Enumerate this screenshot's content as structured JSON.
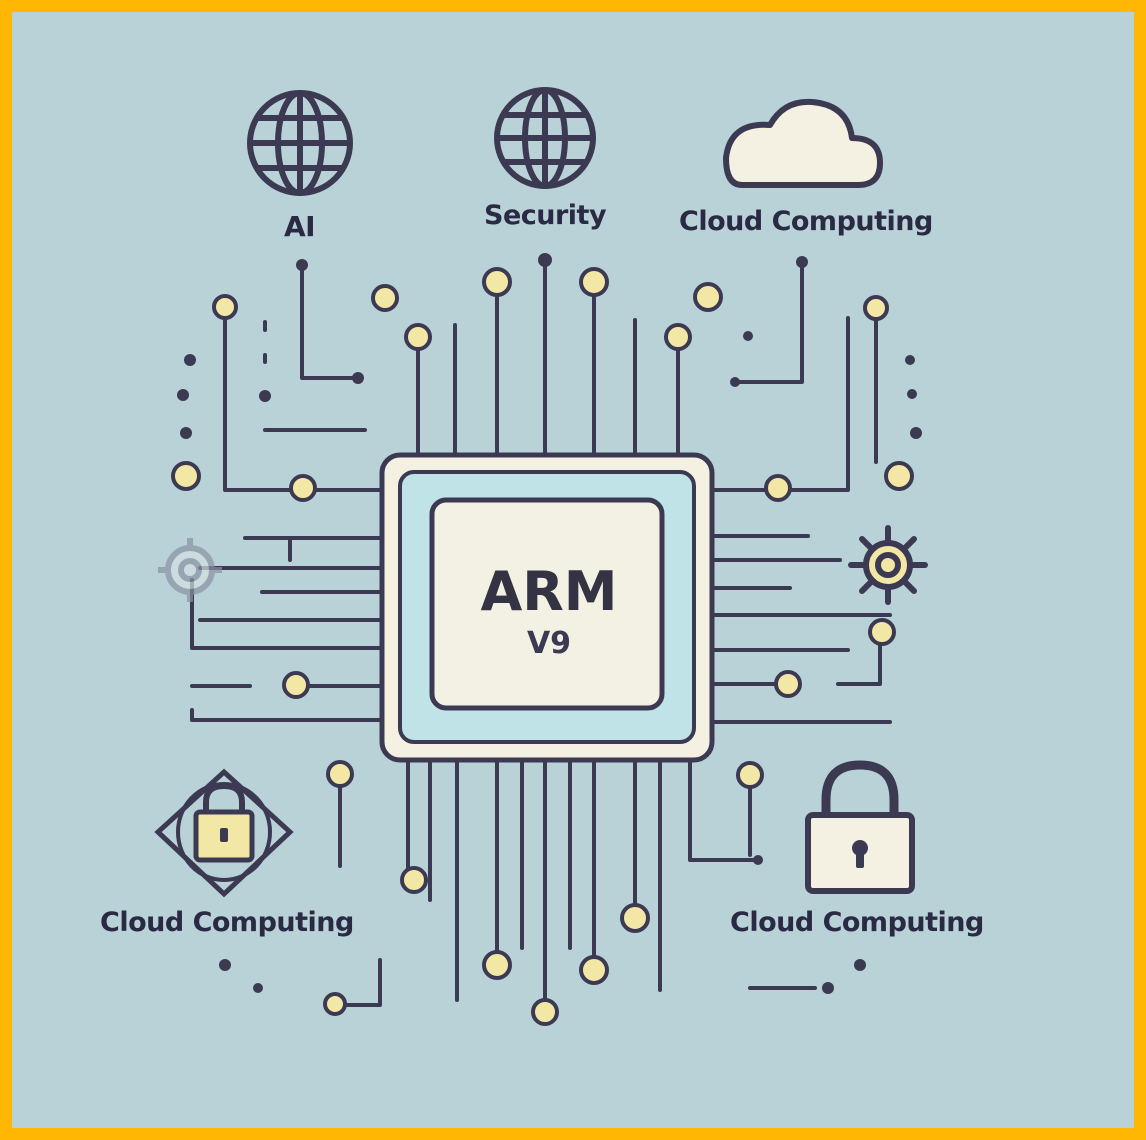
{
  "labels": {
    "ai": "AI",
    "security": "Security",
    "cloud_top": "Cloud Computing",
    "cloud_bottom_left": "Cloud Computing",
    "cloud_bottom_right": "Cloud Computing"
  },
  "chip": {
    "name": "ARM",
    "version": "V9"
  },
  "icons": {
    "top_left": "globe-icon",
    "top_center": "globe-icon",
    "top_right": "cloud-icon",
    "right": "gear-icon",
    "left": "gear-icon",
    "bottom_left": "shield-lock-icon",
    "bottom_right": "padlock-icon"
  },
  "colors": {
    "background": "#b9d2d8",
    "border": "#ffb703",
    "line": "#3c3a52",
    "node_fill": "#f3e7a6",
    "chip_outer": "#f4f1e2",
    "chip_ring": "#bfe3e6",
    "chip_inner": "#f3f1e3"
  }
}
